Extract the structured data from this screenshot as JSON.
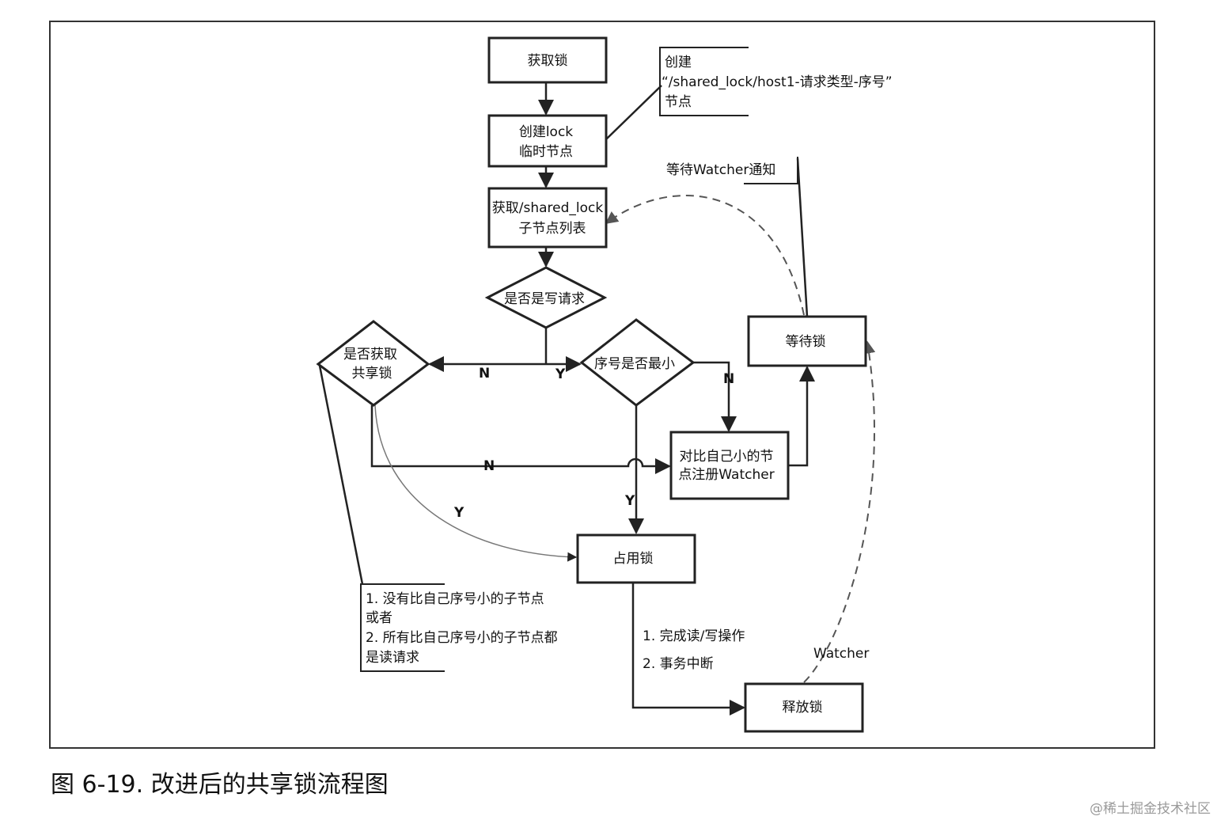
{
  "nodes": {
    "get_lock": "获取锁",
    "create_lock": [
      "创建lock",
      "临时节点"
    ],
    "get_children": [
      "获取/shared_lock",
      "子节点列表"
    ],
    "is_write": "是否是写请求",
    "is_shared": [
      "是否获取",
      "共享锁"
    ],
    "is_smallest": "序号是否最小",
    "wait_lock": "等待锁",
    "register_watcher": [
      "对比自己小的节",
      "点注册Watcher"
    ],
    "occupy_lock": "占用锁",
    "release_lock": "释放锁"
  },
  "notes": {
    "node_path": [
      "创建",
      "“/shared_lock/host1-请求类型-序号”",
      "节点"
    ],
    "wait_notify": "等待Watcher通知",
    "shared_condition": [
      "1.  没有比自己序号小的子节点",
      "或者",
      "2.  所有比自己序号小的子节点都",
      "是读请求"
    ],
    "release_reasons": [
      "1. 完成读/写操作",
      "2. 事务中断"
    ]
  },
  "edge_labels": {
    "n_write": "N",
    "y_write": "Y",
    "n_smallest": "N",
    "n_shared": "N",
    "y_shared": "Y",
    "y_smallest": "Y",
    "watcher": "Watcher"
  },
  "caption": "图 6-19.  改进后的共享锁流程图",
  "watermark": "@稀土掘金技术社区"
}
